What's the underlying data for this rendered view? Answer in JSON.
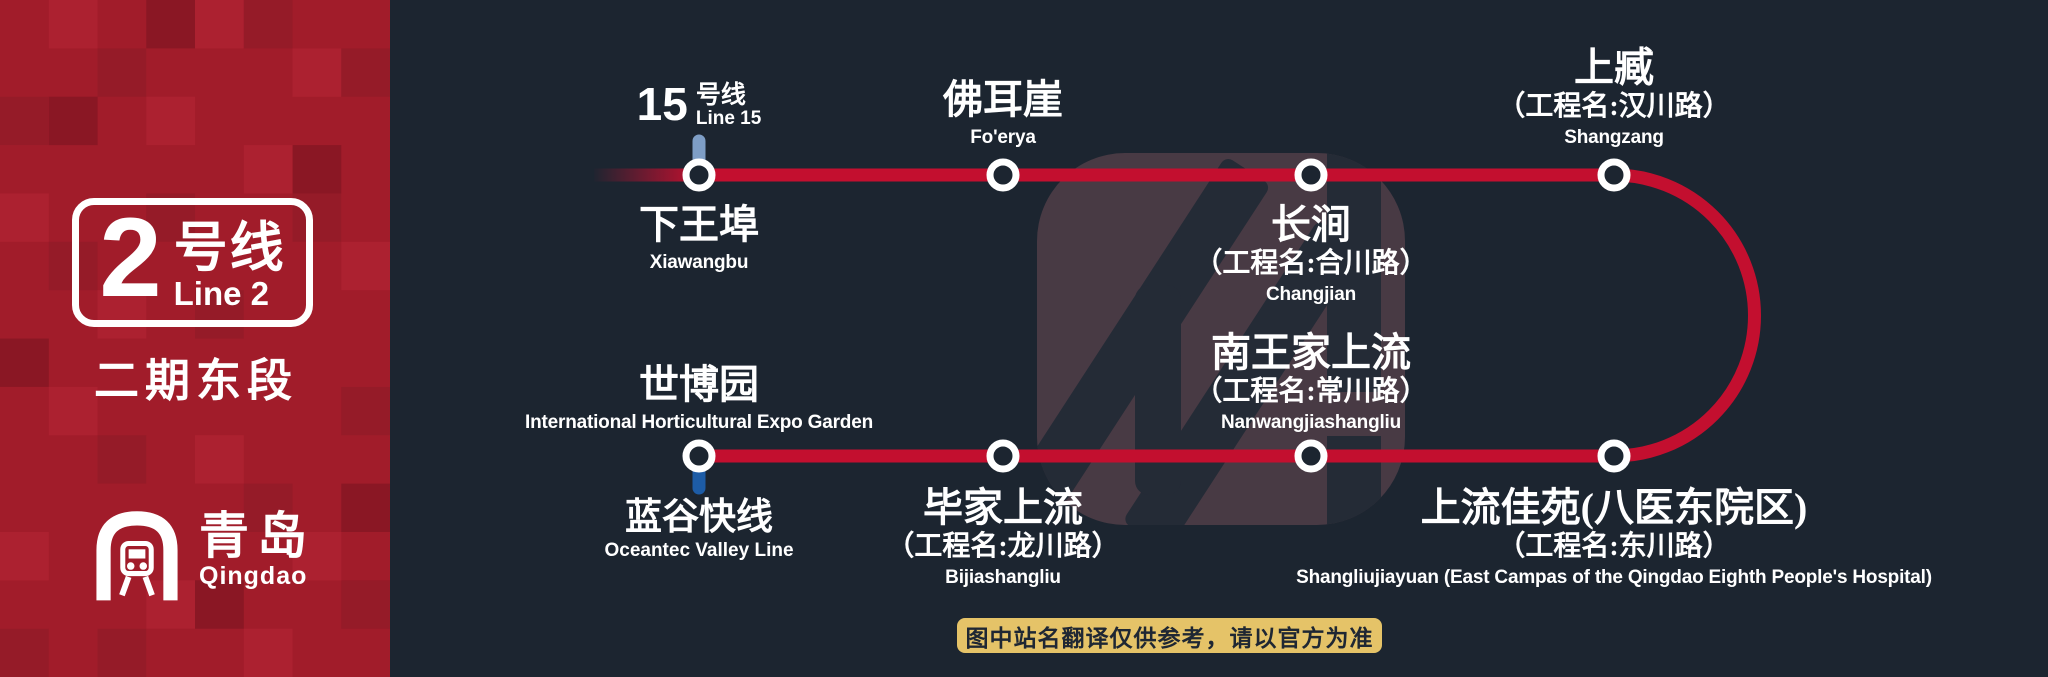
{
  "sidebar": {
    "badge": {
      "number": "2",
      "name_zh": "号线",
      "name_en": "Line 2"
    },
    "section_label": "二期东段",
    "brand": {
      "city_zh": "青岛",
      "city_en": "Qingdao"
    }
  },
  "map": {
    "line15_transfer": {
      "number": "15",
      "name_zh": "号线",
      "name_en": "Line 15"
    },
    "oceantec_transfer": {
      "name_zh": "蓝谷快线",
      "name_en": "Oceantec Valley Line"
    },
    "stations": [
      {
        "zh": "下王埠",
        "en": "Xiawangbu"
      },
      {
        "zh": "佛耳崖",
        "en": "Fo'erya"
      },
      {
        "zh": "长涧",
        "note": "（工程名:合川路）",
        "en": "Changjian"
      },
      {
        "zh": "上臧",
        "note": "（工程名:汉川路）",
        "en": "Shangzang"
      },
      {
        "zh": "上流佳苑(八医东院区)",
        "note": "（工程名:东川路）",
        "en": "Shangliujiayuan (East Campas of the Qingdao Eighth People's Hospital)"
      },
      {
        "zh": "南王家上流",
        "note": "（工程名:常川路）",
        "en": "Nanwangjiashangliu"
      },
      {
        "zh": "毕家上流",
        "note": "（工程名:龙川路）",
        "en": "Bijiashangliu"
      },
      {
        "zh": "世博园",
        "en": "International Horticultural Expo Garden"
      }
    ],
    "footer_note": "图中站名翻译仅供参考，请以官方为准"
  },
  "colors": {
    "background": "#1c2530",
    "line_red": "#c30f2f",
    "sidebar_red": "#a11c2a",
    "banner_yellow": "#e5c368",
    "line15_blue": "#7e9ec6",
    "oceantec_blue": "#1d5ca6",
    "watermark": "#483a44"
  }
}
